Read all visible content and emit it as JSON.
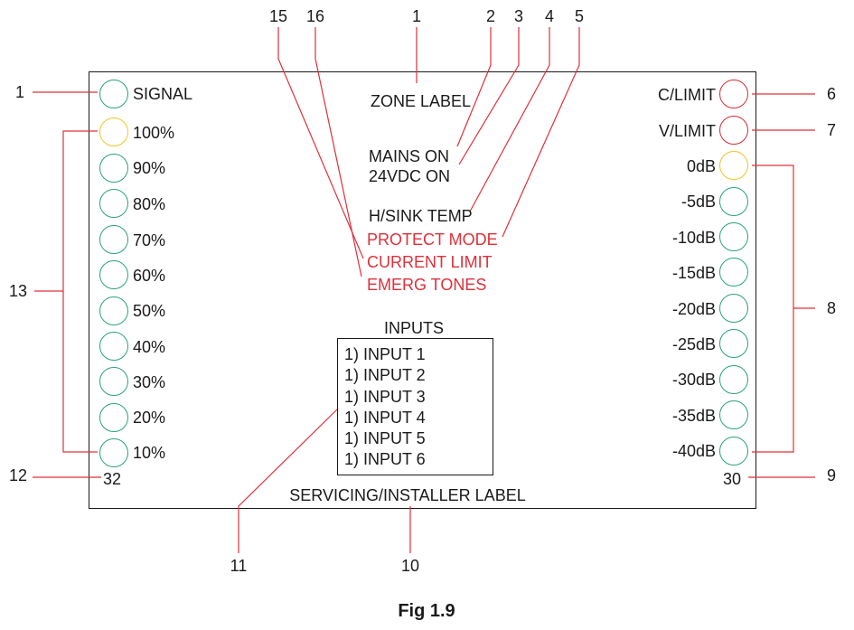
{
  "panel": {
    "zone_label": "ZONE LABEL",
    "mains_on": "MAINS ON",
    "dc_on": "24VDC ON",
    "hsink_temp": "H/SINK TEMP",
    "protect_mode": "PROTECT MODE",
    "current_limit": "CURRENT LIMIT",
    "emerg_tones": "EMERG TONES",
    "servicing_label": "SERVICING/INSTALLER  LABEL",
    "left_count": "32",
    "right_count": "30"
  },
  "left_leds": [
    {
      "label": "SIGNAL",
      "color": "#2aa37a"
    },
    {
      "label": "100%",
      "color": "#f0c428"
    },
    {
      "label": "90%",
      "color": "#2aa37a"
    },
    {
      "label": "80%",
      "color": "#2aa37a"
    },
    {
      "label": "70%",
      "color": "#2aa37a"
    },
    {
      "label": "60%",
      "color": "#2aa37a"
    },
    {
      "label": "50%",
      "color": "#2aa37a"
    },
    {
      "label": "40%",
      "color": "#2aa37a"
    },
    {
      "label": "30%",
      "color": "#2aa37a"
    },
    {
      "label": "20%",
      "color": "#2aa37a"
    },
    {
      "label": "10%",
      "color": "#2aa37a"
    }
  ],
  "right_leds": [
    {
      "label": "C/LIMIT",
      "color": "#d42d38"
    },
    {
      "label": "V/LIMIT",
      "color": "#d42d38"
    },
    {
      "label": "0dB",
      "color": "#f0c428"
    },
    {
      "label": "-5dB",
      "color": "#2aa37a"
    },
    {
      "label": "-10dB",
      "color": "#2aa37a"
    },
    {
      "label": "-15dB",
      "color": "#2aa37a"
    },
    {
      "label": "-20dB",
      "color": "#2aa37a"
    },
    {
      "label": "-25dB",
      "color": "#2aa37a"
    },
    {
      "label": "-30dB",
      "color": "#2aa37a"
    },
    {
      "label": "-35dB",
      "color": "#2aa37a"
    },
    {
      "label": "-40dB",
      "color": "#2aa37a"
    }
  ],
  "inputs": {
    "title": "INPUTS",
    "items": [
      "1) INPUT 1",
      "1) INPUT 2",
      "1) INPUT 3",
      "1) INPUT 4",
      "1) INPUT 5",
      "1) INPUT 6"
    ]
  },
  "callouts": {
    "top": [
      "15",
      "16",
      "1",
      "2",
      "3",
      "4",
      "5"
    ],
    "left": [
      "1",
      "13",
      "12"
    ],
    "right": [
      "6",
      "7",
      "8",
      "9"
    ],
    "bottom": [
      "11",
      "10"
    ]
  },
  "caption": "Fig 1.9",
  "colors": {
    "green_led": "#2aa37a",
    "yellow_led": "#f0c428",
    "red_led": "#d42d38",
    "red_text": "#e0303a",
    "callout_line": "#e0303a"
  }
}
